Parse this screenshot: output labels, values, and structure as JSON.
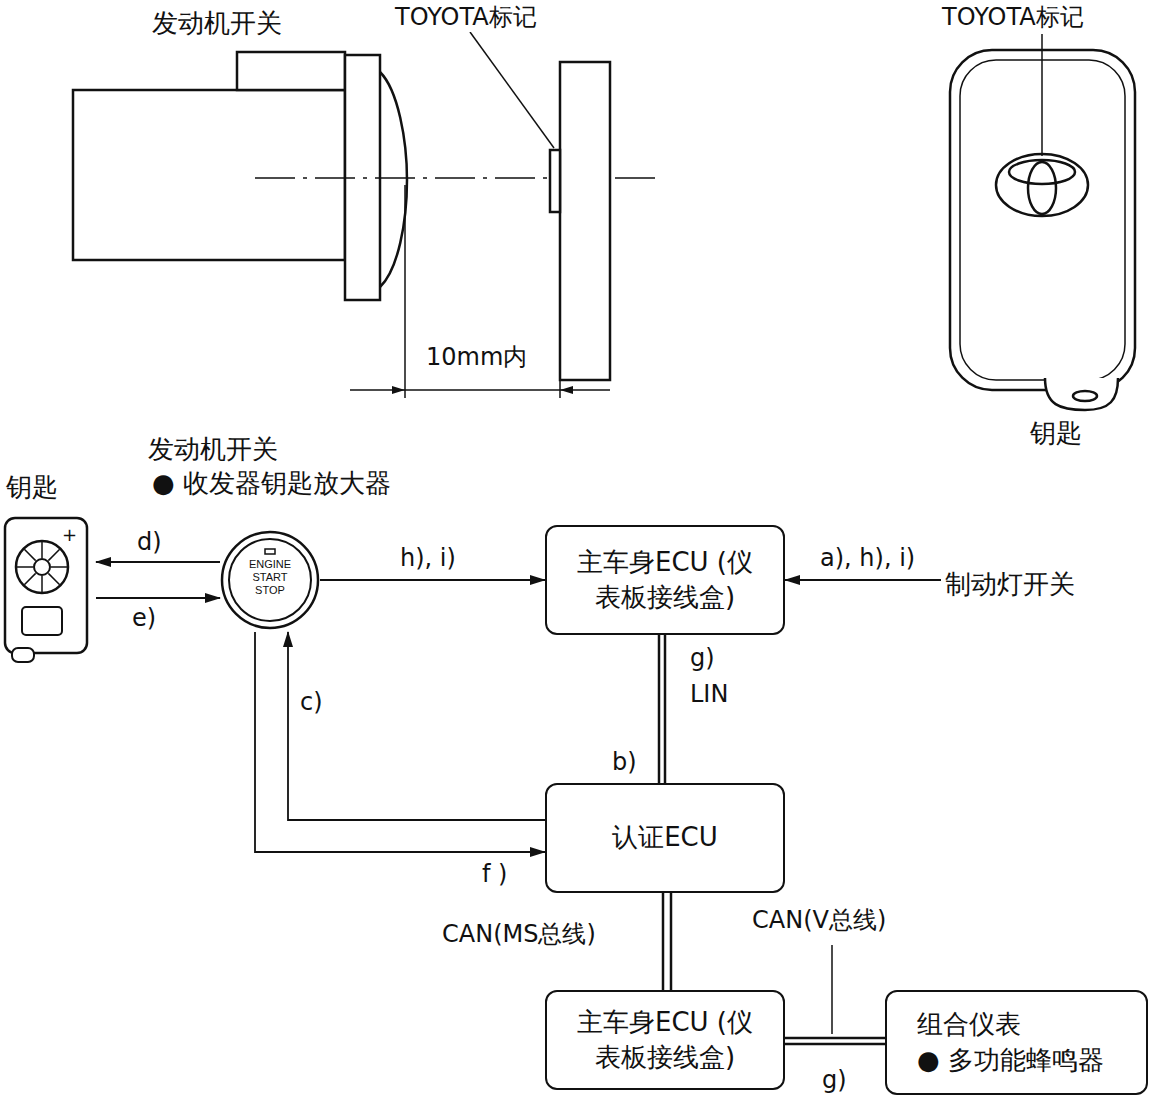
{
  "diagram": {
    "nodes": [
      {
        "text": [
          "钥匙"
        ]
      },
      {
        "text": [
          "发动机开关",
          "● 收发器钥匙放大器",
          "ENGINE START STOP"
        ]
      },
      {
        "text": [
          "主车身ECU (仪表板接线盒)"
        ]
      },
      {
        "text": [
          "制动灯开关"
        ]
      },
      {
        "text": [
          "认证ECU"
        ]
      },
      {
        "text": [
          "主车身ECU (仪表板接线盒)"
        ]
      },
      {
        "text": [
          "组合仪表",
          "● 多功能蜂鸣器"
        ]
      }
    ],
    "edges": [
      {
        "from": 1,
        "to": 0,
        "label": "d)",
        "arrow": "to"
      },
      {
        "from": 0,
        "to": 1,
        "label": "e)",
        "arrow": "to"
      },
      {
        "from": 1,
        "to": 2,
        "label": "h), i)",
        "arrow": "to"
      },
      {
        "from": 3,
        "to": 2,
        "label": "a), h), i)",
        "arrow": "to"
      },
      {
        "from": 2,
        "to": 4,
        "label": "LIN",
        "arrow": "none"
      },
      {
        "from": 4,
        "to": 1,
        "label": "c)",
        "arrow": "to"
      },
      {
        "from": 1,
        "to": 4,
        "label": "f )",
        "arrow": "to"
      },
      {
        "from": 4,
        "to": 5,
        "label": "CAN(MS总线)",
        "arrow": "none"
      },
      {
        "from": 5,
        "to": 6,
        "label": "CAN(V总线)",
        "arrow": "none"
      }
    ],
    "labels": [
      "发动机开关",
      "TOYOTA标记",
      "TOYOTA标记",
      "10mm内",
      "钥匙",
      "+",
      "g)",
      "b)",
      "g)"
    ]
  }
}
